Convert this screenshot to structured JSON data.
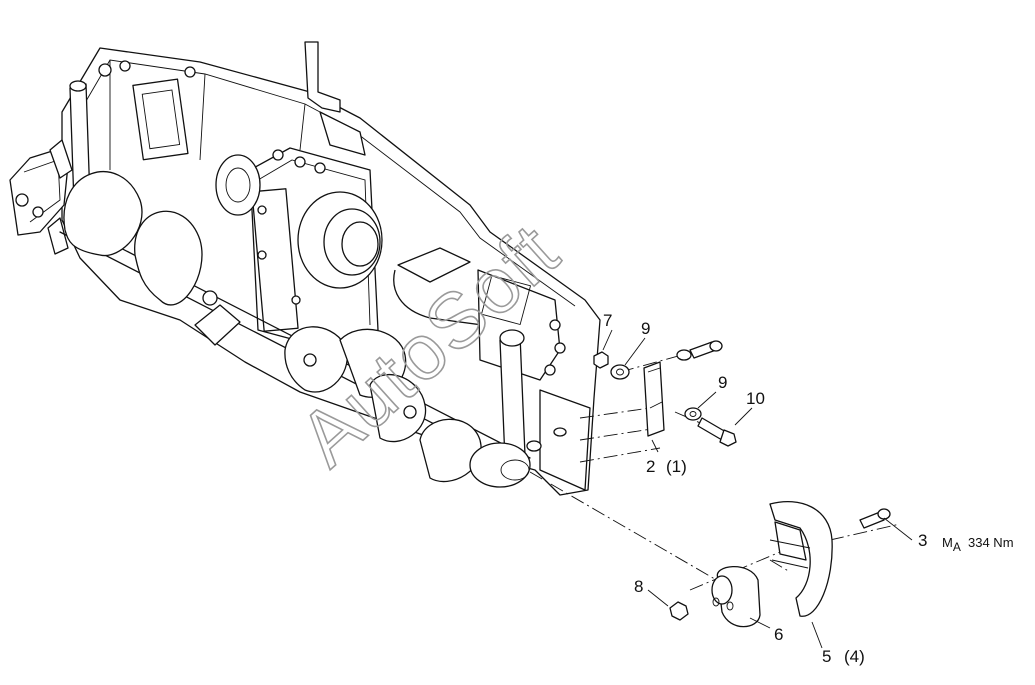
{
  "watermark": "AutoSoft",
  "callouts": {
    "c7": "7",
    "c9a": "9",
    "c9b": "9",
    "c10": "10",
    "c2": "2",
    "c2q": "(1)",
    "c3": "3",
    "torque_m": "M",
    "torque_sub": "A",
    "torque_val": "334 Nm",
    "c8": "8",
    "c6": "6",
    "c5": "5",
    "c5q": "(4)"
  }
}
